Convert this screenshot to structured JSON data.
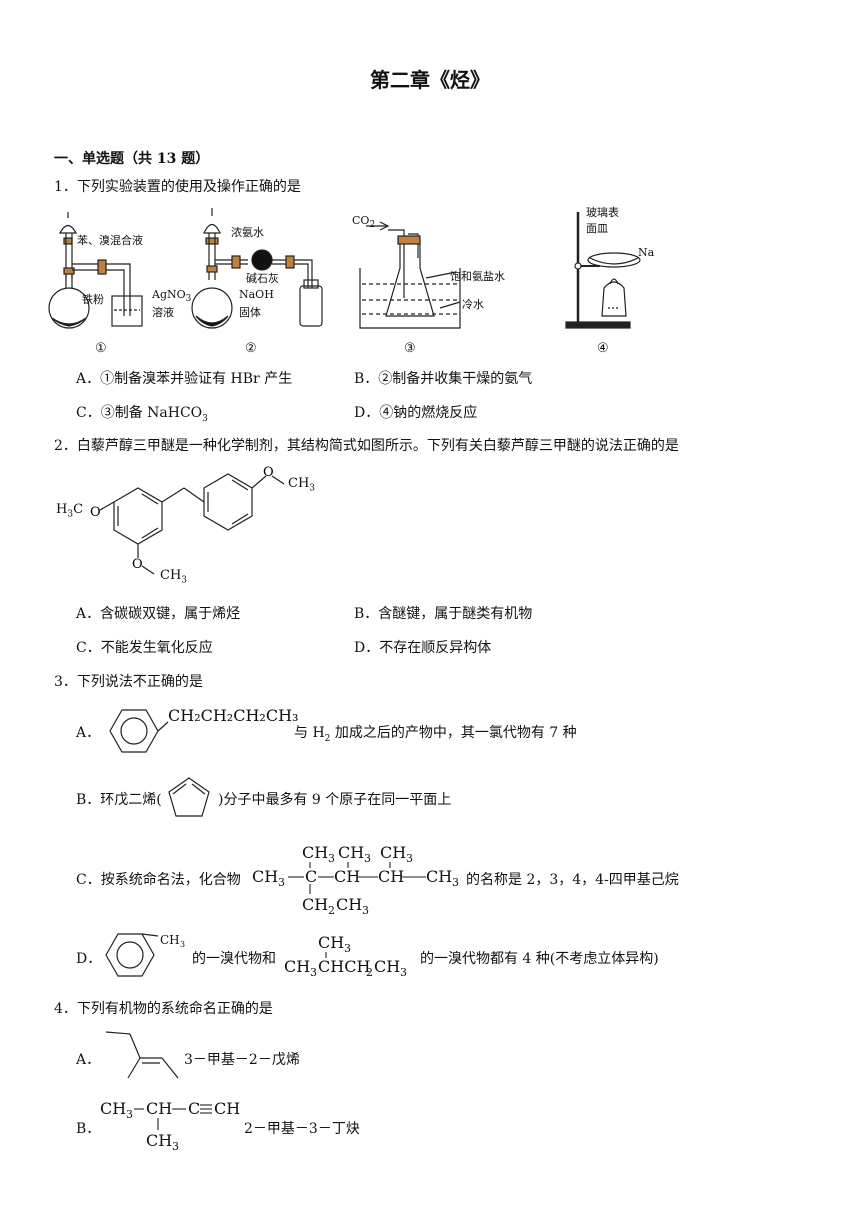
{
  "title": "第二章《烃》",
  "section": "一、单选题（共 13 题）",
  "q1": {
    "stem": "1．下列实验装置的使用及操作正确的是",
    "fig_labels": {
      "a1": "苯、溴混合液",
      "a2": "铁粉",
      "a3": "AgNO",
      "a3sub": "3",
      "a4": "溶液",
      "b1": "浓氨水",
      "b2": "碱石灰",
      "b3": "NaOH",
      "b4": "固体",
      "c1": "CO",
      "c1sub": "2",
      "c2": "饱和氨盐水",
      "c3": "冷水",
      "d1": "玻璃表",
      "d2": "面皿",
      "d3": "Na"
    },
    "numbers": [
      "①",
      "②",
      "③",
      "④"
    ],
    "A": "A．①制备溴苯并验证有 HBr 产生",
    "B": "B．②制备并收集干燥的氨气",
    "C_pre": "C．③制备 NaHCO",
    "C_sub": "3",
    "D": "D．④钠的燃烧反应"
  },
  "q2": {
    "stem": "2．白藜芦醇三甲醚是一种化学制剂，其结构简式如图所示。下列有关白藜芦醇三甲醚的说法正确的是",
    "h3co": "H",
    "h3co_sub": "3",
    "h3co_tail": "C",
    "och3": "CH",
    "och3_sub": "3",
    "A": "A．含碳碳双键，属于烯烃",
    "B": "B．含醚键，属于醚类有机物",
    "C": "C．不能发生氧化反应",
    "D": "D．不存在顺反异构体"
  },
  "q3": {
    "stem": "3．下列说法不正确的是",
    "A_pre": "A．",
    "A_chain": "CH₂CH₂CH₂CH₃",
    "A_mid1": "与 H",
    "A_mid1_sub": "2",
    "A_tail": " 加成之后的产物中，其一氯代物有 7 种",
    "B_pre": "B．环戊二烯(",
    "B_tail": ")分子中最多有 9 个原子在同一平面上",
    "C_pre": "C．按系统命名法，化合物",
    "C_tail": "的名称是 2，3，4，4-四甲基己烷",
    "D_pre": "D．",
    "D_mid": "的一溴代物和",
    "D_tail": "的一溴代物都有 4 种(不考虑立体异构)"
  },
  "q4": {
    "stem": "4．下列有机物的系统命名正确的是",
    "A_pre": "A．",
    "A_name": "3－甲基－2－戊烯",
    "B_pre": "B．",
    "B_name": "2－甲基－3－丁炔"
  }
}
